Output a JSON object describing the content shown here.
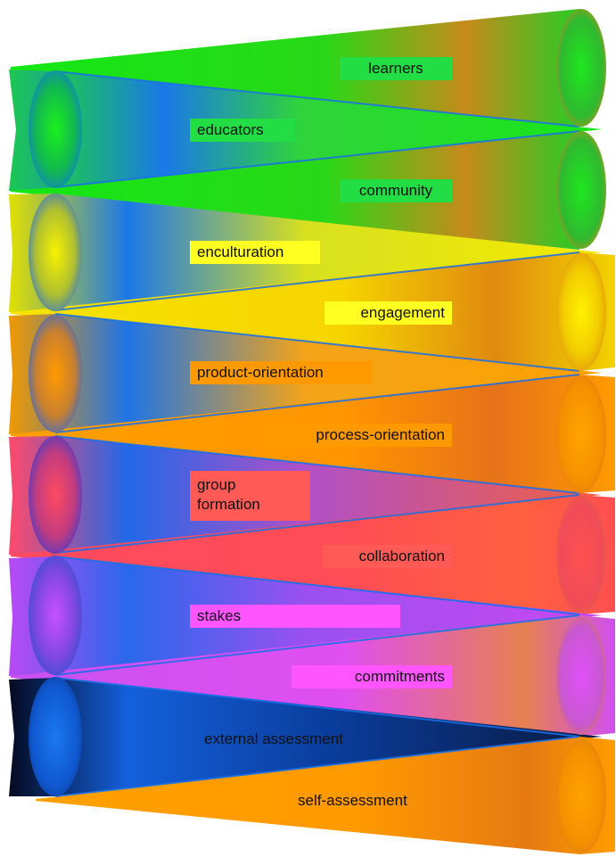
{
  "labels": {
    "learners": "learners",
    "educators": "educators",
    "community": "community",
    "enculturation": "enculturation",
    "engagement": "engagement",
    "product_orientation": "product-orientation",
    "process_orientation": "process-orientation",
    "group_formation_line1": "group",
    "group_formation_line2": "formation",
    "collaboration": "collaboration",
    "stakes": "stakes",
    "commitments": "commitments",
    "external_assessment": "external assessment",
    "self_assessment": "self-assessment"
  },
  "colors": {
    "green": "#22dd22",
    "yellow": "#f2e600",
    "orange": "#ff9900",
    "red": "#ff4f5a",
    "violet": "#c855f5",
    "magenta": "#ff55ff",
    "blue": "#1a6fe0",
    "navy": "#0c3c8c",
    "label_green": "#22dd44",
    "label_yellow": "#ffff22",
    "label_orange": "#ff9900",
    "label_red": "#ff5a55",
    "label_magenta": "#ff55ff"
  }
}
